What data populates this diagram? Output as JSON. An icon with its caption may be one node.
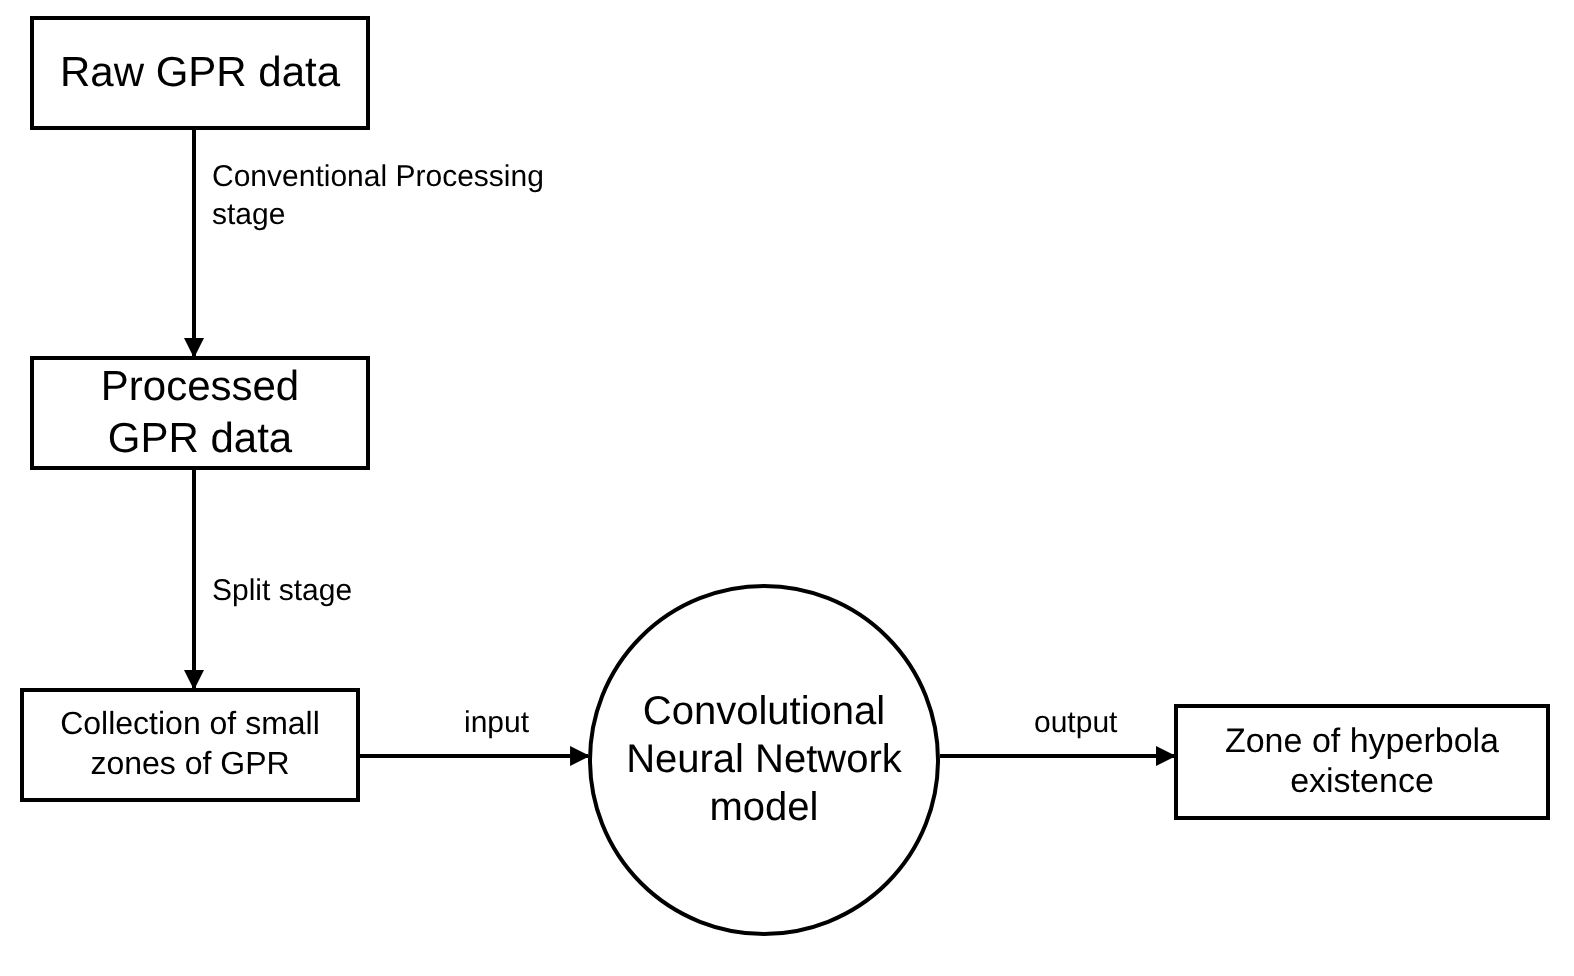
{
  "diagram": {
    "nodes": [
      {
        "text": [
          "Raw GPR data"
        ]
      },
      {
        "text": [
          "Processed GPR data"
        ]
      },
      {
        "text": [
          "Collection of small zones of GPR"
        ]
      },
      {
        "text": [
          "Convolutional Neural Network model"
        ]
      },
      {
        "text": [
          "Zone of hyperbola existence"
        ]
      }
    ],
    "edges": [
      {
        "from": 0,
        "to": 1,
        "arrow": "to",
        "label": "Conventional Processing stage"
      },
      {
        "from": 1,
        "to": 2,
        "arrow": "to",
        "label": "Split stage"
      },
      {
        "from": 2,
        "to": 3,
        "arrow": "to",
        "label": "input"
      },
      {
        "from": 3,
        "to": 4,
        "arrow": "to",
        "label": "output"
      }
    ]
  }
}
